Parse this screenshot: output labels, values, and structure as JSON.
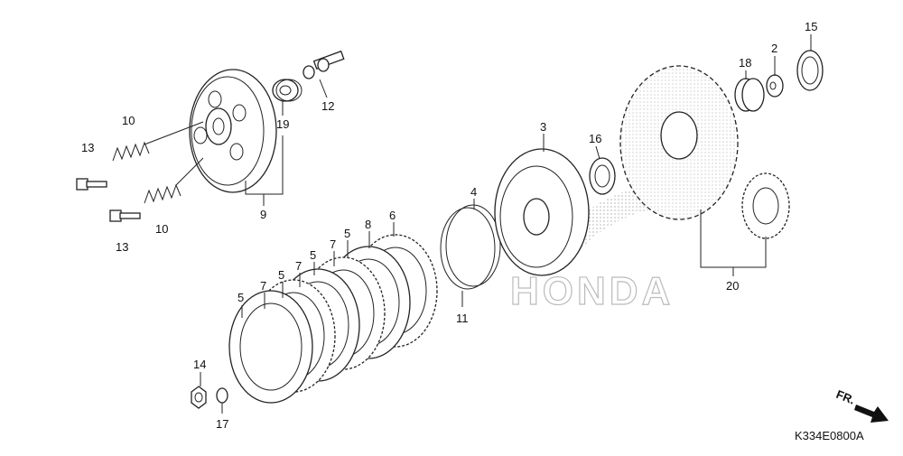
{
  "diagram": {
    "code": "K334E0800A",
    "direction_label": "FR.",
    "watermark": "HONDA",
    "callouts": {
      "c15": "15",
      "c2": "2",
      "c18": "18",
      "c3": "3",
      "c16": "16",
      "c12": "12",
      "c19": "19",
      "c10a": "10",
      "c10b": "10",
      "c13a": "13",
      "c13b": "13",
      "c9": "9",
      "c4": "4",
      "c11": "11",
      "c6": "6",
      "c8": "8",
      "c5a": "5",
      "c7a": "7",
      "c5b": "5",
      "c7b": "7",
      "c5c": "5",
      "c7c": "7",
      "c5d": "5",
      "c20": "20",
      "c14": "14",
      "c17": "17"
    }
  }
}
